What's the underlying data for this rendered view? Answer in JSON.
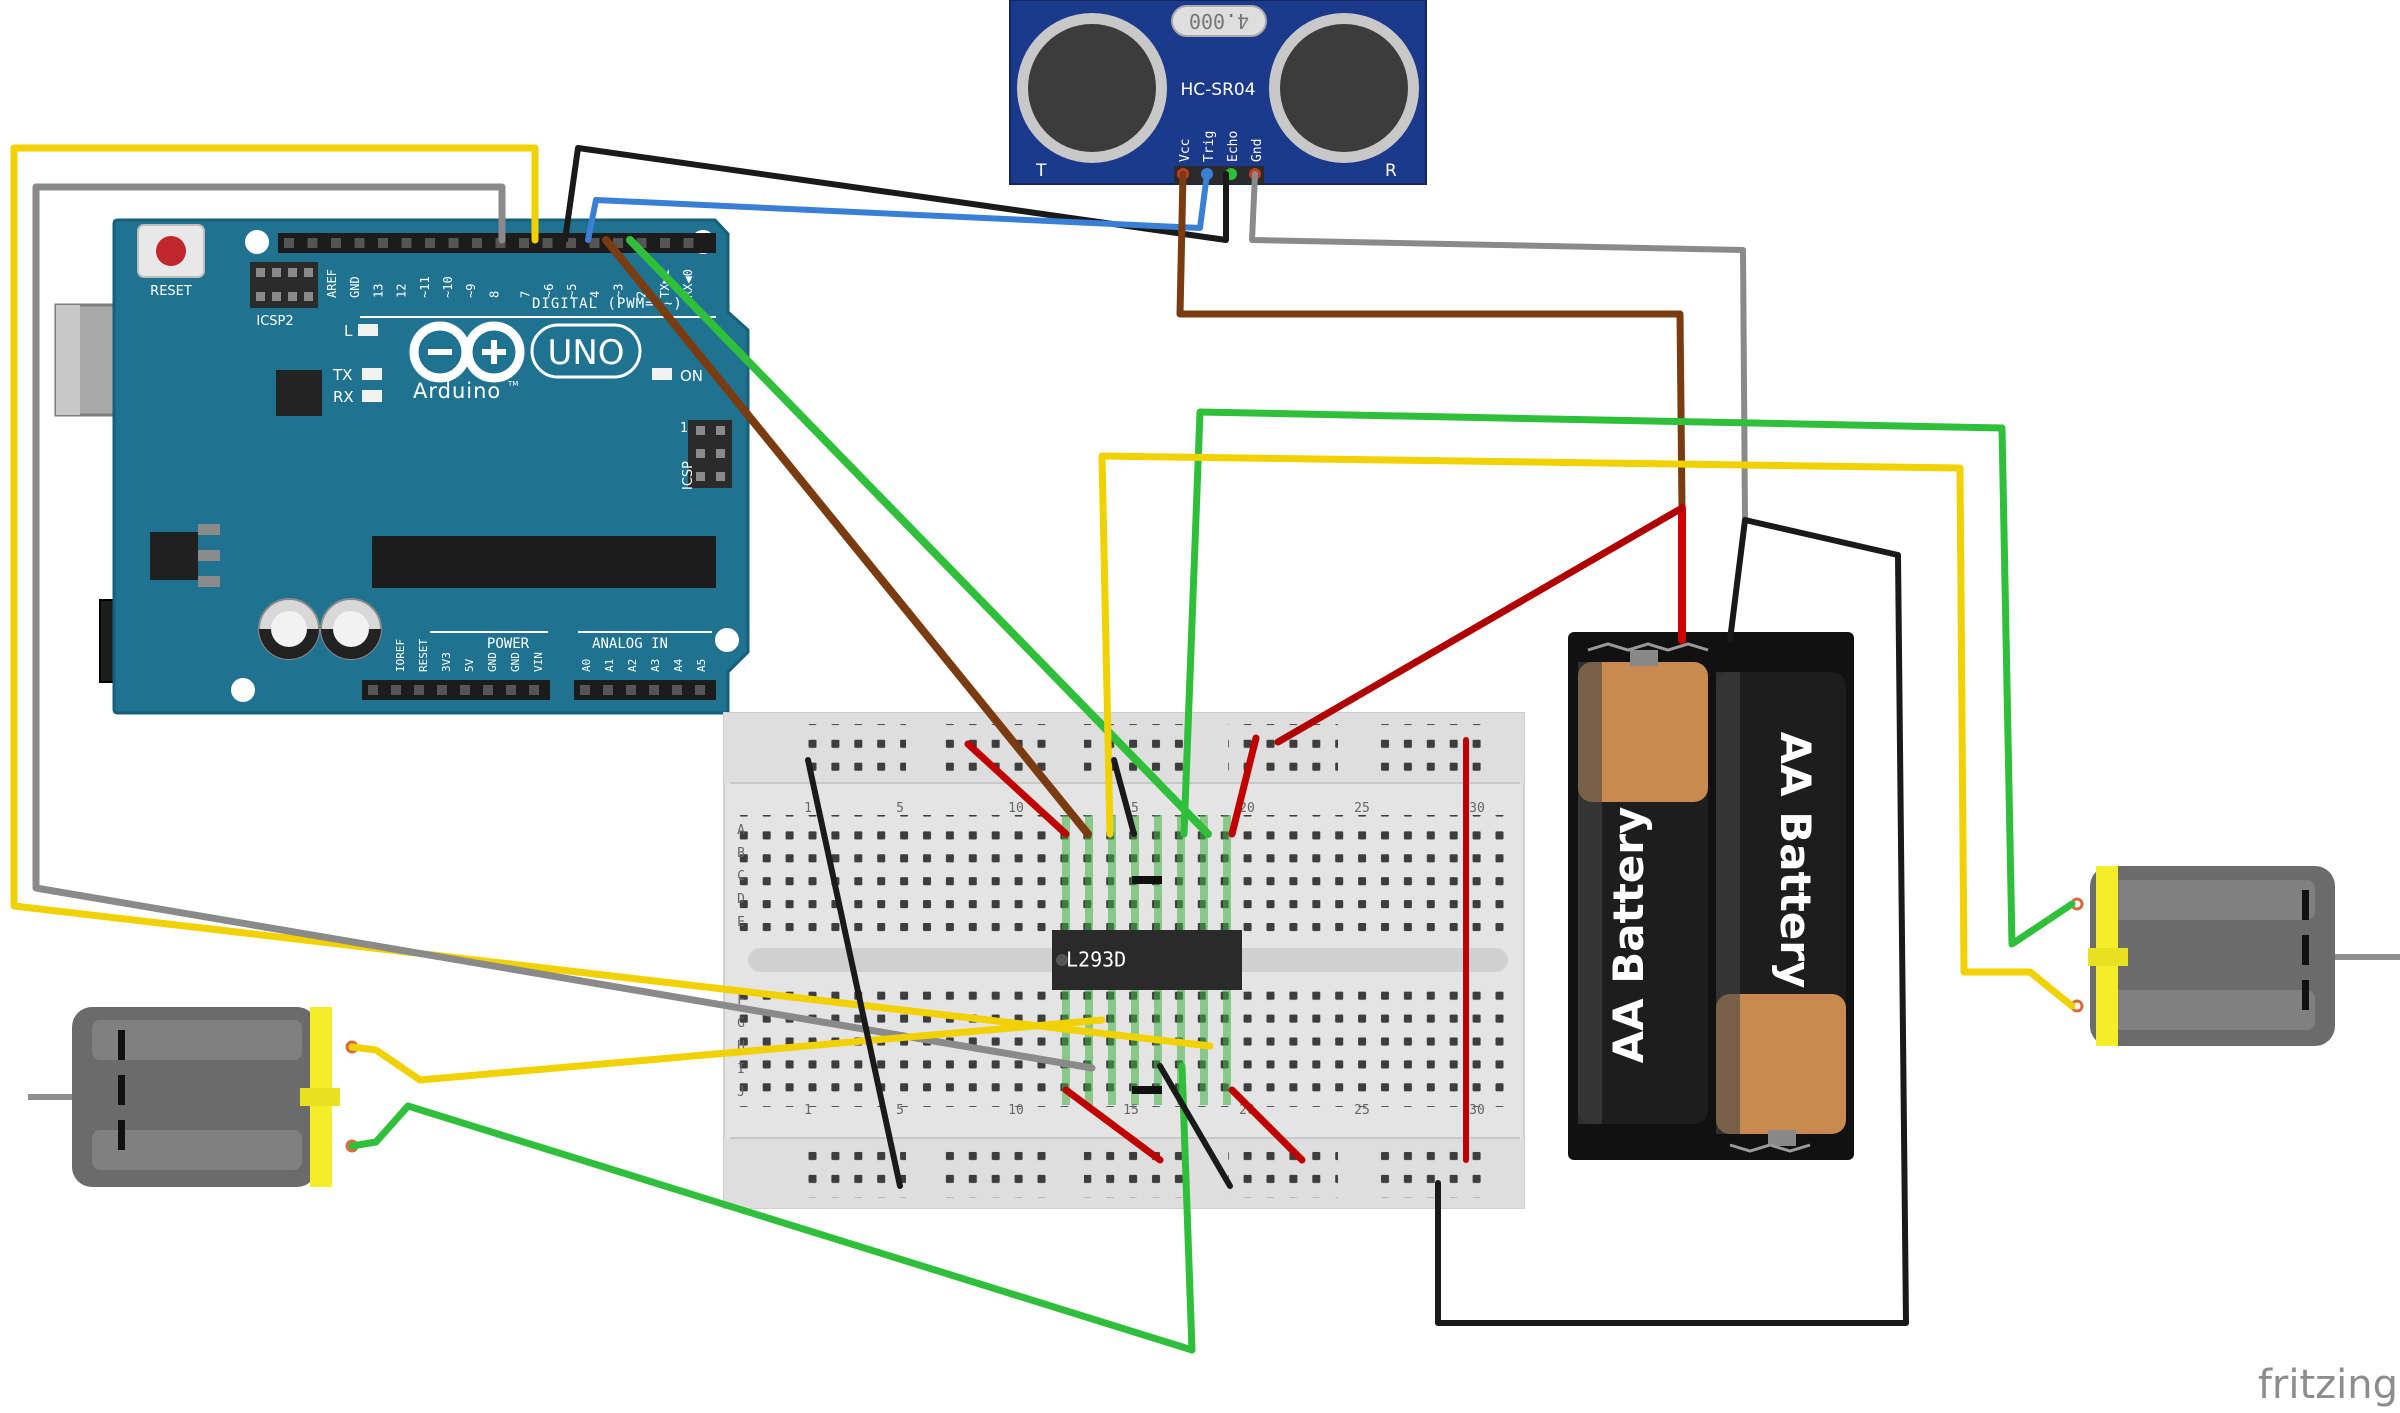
{
  "arduino": {
    "reset_label": "RESET",
    "icsp2_label": "ICSP2",
    "icsp_label": "ICSP",
    "icsp_pin1": "1",
    "brand_name": "Arduino",
    "trademark": "TM",
    "model_name": "UNO",
    "led_l": "L",
    "led_tx": "TX",
    "led_rx": "RX",
    "led_on": "ON",
    "digital_header": "DIGITAL (PWM= ~)",
    "digital_pins": [
      "AREF",
      "GND",
      "13",
      "12",
      "~11",
      "~10",
      "~9",
      "8",
      "7",
      "~6",
      "~5",
      "4",
      "~3",
      "2",
      "TX▶1",
      "RX◀0"
    ],
    "power_header": "POWER",
    "power_pins": [
      "IOREF",
      "RESET",
      "3V3",
      "5V",
      "GND",
      "GND",
      "VIN"
    ],
    "analog_header": "ANALOG IN",
    "analog_pins": [
      "A0",
      "A1",
      "A2",
      "A3",
      "A4",
      "A5"
    ]
  },
  "sensor": {
    "model": "HC-SR04",
    "crystal": "4.000",
    "label_t": "T",
    "label_r": "R",
    "pins": [
      "Vcc",
      "Trig",
      "Echo",
      "Gnd"
    ]
  },
  "breadboard": {
    "row_labels_top": [
      "A",
      "B",
      "C",
      "D",
      "E"
    ],
    "row_labels_bottom": [
      "F",
      "G",
      "H",
      "I",
      "J"
    ],
    "column_numbers": [
      "1",
      "5",
      "10",
      "15",
      "20",
      "25",
      "30"
    ]
  },
  "chip": {
    "label": "L293D"
  },
  "battery": {
    "cell_label": "AA Battery"
  },
  "watermark": "fritzing",
  "colors": {
    "board_blue": "#1f7290",
    "sensor_blue": "#1b3a8c",
    "wire_yellow": "#f2d100",
    "wire_gray": "#8a8a8a",
    "wire_black": "#1a1a1a",
    "wire_blue": "#3a7fd6",
    "wire_brown": "#7b3b10",
    "wire_green": "#2fbf3a",
    "wire_red": "#d00000",
    "motor_yellow": "#f4ee2a"
  }
}
